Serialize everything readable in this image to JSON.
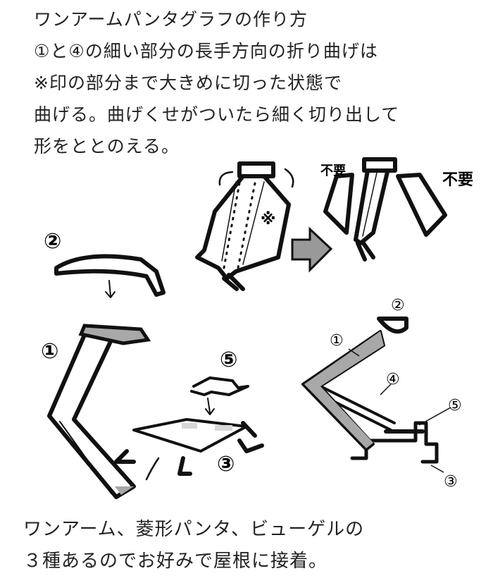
{
  "instructions": {
    "title": "ワンアームパンタグラフの作り方",
    "lines": [
      "①と④の細い部分の長手方向の折り曲げは",
      "※印の部分まで大きめに切った状態で",
      "曲げる。曲げくせがついたら細く切り出して",
      "形をととのえる。"
    ]
  },
  "diagram_labels": {
    "unneeded_left": "不要",
    "unneeded_right": "不要",
    "mark": "※",
    "part1": "①",
    "part2": "②",
    "part3": "③",
    "part4": "④",
    "part5": "⑤"
  },
  "footer": {
    "lines": [
      "ワンアーム、菱形パンタ、ビューゲルの",
      "３種あるのでお好みで屋根に接着。"
    ]
  },
  "colors": {
    "ink": "#111111",
    "gray_fill": "#a8a8a8",
    "light_fill": "#d6d6d6"
  }
}
